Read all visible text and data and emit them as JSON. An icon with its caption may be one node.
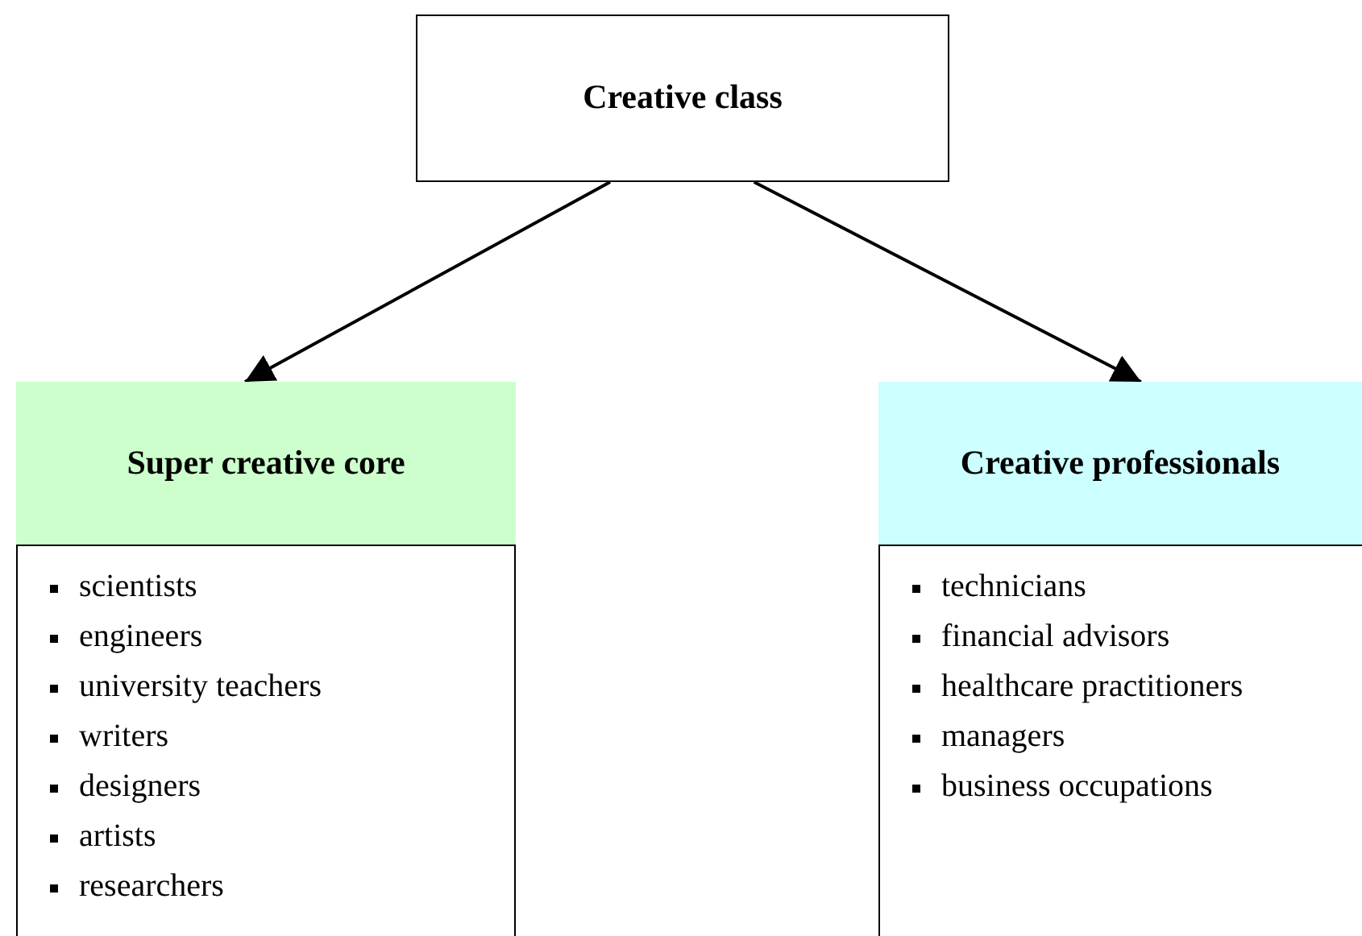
{
  "diagram": {
    "nodes": [
      {
        "text": [
          "Creative class"
        ]
      },
      {
        "text": [
          "Super creative core"
        ]
      },
      {
        "text": [
          "scientists",
          "engineers",
          "university teachers",
          "writers",
          "designers",
          "artists",
          "researchers"
        ]
      },
      {
        "text": [
          "Creative professionals"
        ]
      },
      {
        "text": [
          "technicians",
          "financial advisors",
          "healthcare practitioners",
          "managers",
          "business occupations"
        ]
      }
    ],
    "edges": [
      {
        "from": 0,
        "to": 1,
        "arrow": "to"
      },
      {
        "from": 0,
        "to": 3,
        "arrow": "to"
      }
    ]
  }
}
